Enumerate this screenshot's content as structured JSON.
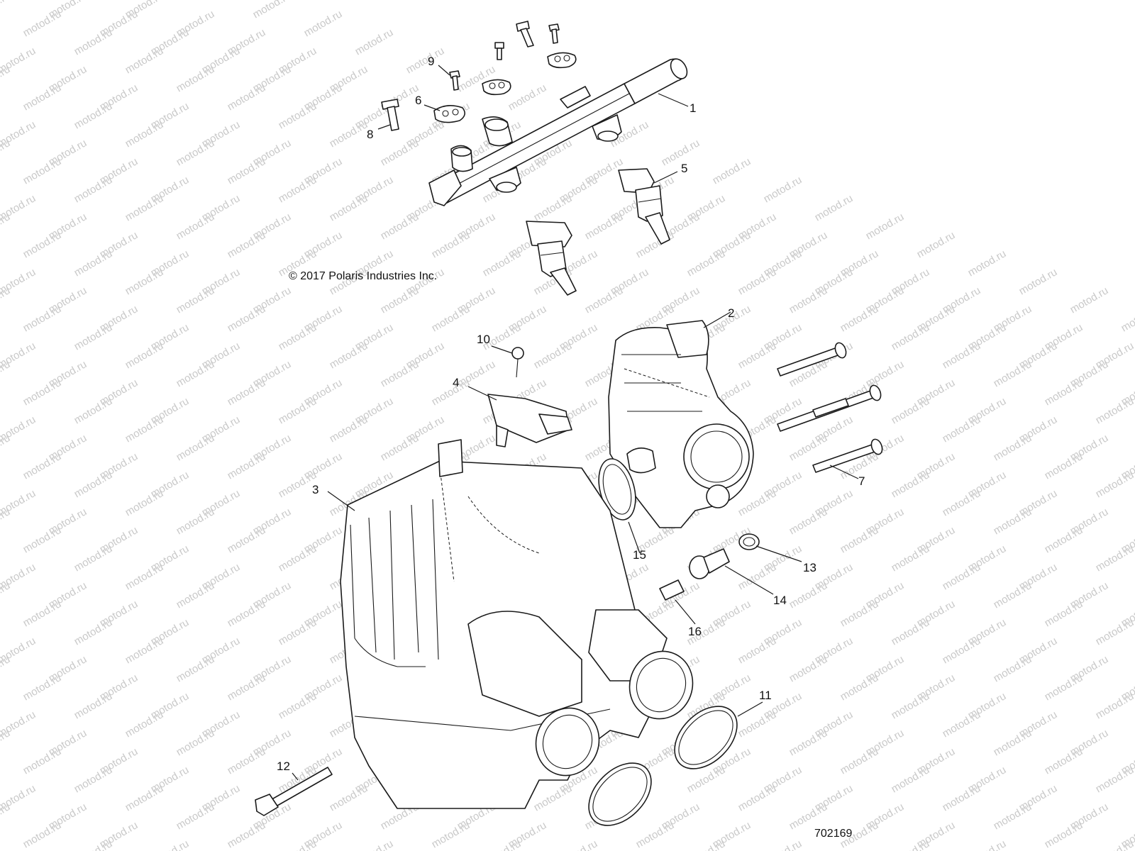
{
  "diagram": {
    "copyright": "© 2017 Polaris Industries Inc.",
    "drawing_number": "702169",
    "watermark": "motod.ru",
    "callouts": [
      {
        "id": "1",
        "label": "1"
      },
      {
        "id": "2",
        "label": "2"
      },
      {
        "id": "3",
        "label": "3"
      },
      {
        "id": "4",
        "label": "4"
      },
      {
        "id": "5",
        "label": "5"
      },
      {
        "id": "6",
        "label": "6"
      },
      {
        "id": "7",
        "label": "7"
      },
      {
        "id": "8",
        "label": "8"
      },
      {
        "id": "9",
        "label": "9"
      },
      {
        "id": "10",
        "label": "10"
      },
      {
        "id": "11",
        "label": "11"
      },
      {
        "id": "12",
        "label": "12"
      },
      {
        "id": "13",
        "label": "13"
      },
      {
        "id": "14",
        "label": "14"
      },
      {
        "id": "15",
        "label": "15"
      },
      {
        "id": "16",
        "label": "16"
      }
    ]
  }
}
